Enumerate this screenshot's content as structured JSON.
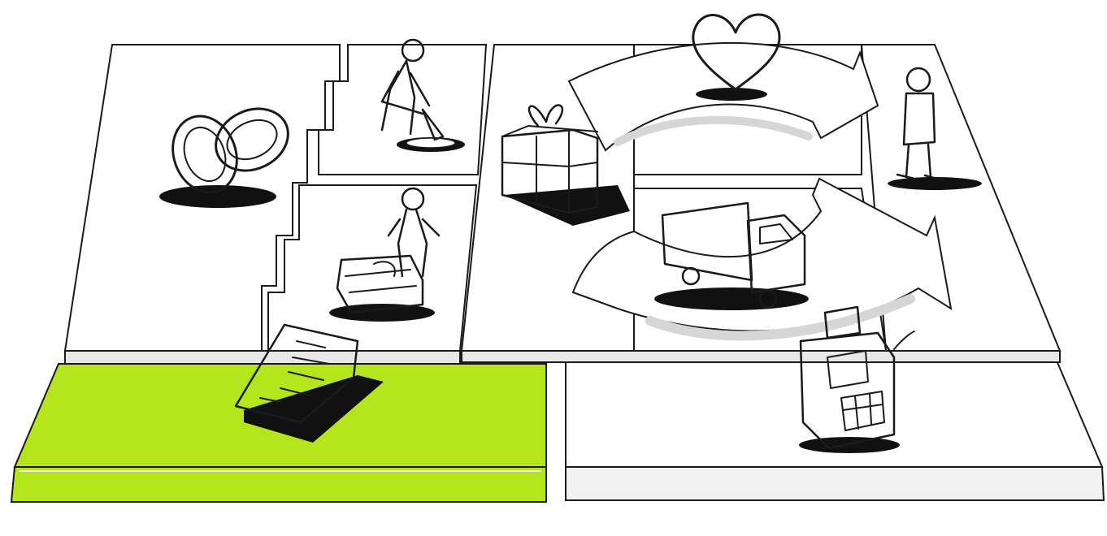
{
  "canvas": {
    "title": "",
    "highlight_color": "#b5e61d",
    "outline_color": "#1a1a1a",
    "panel_side_color": "#d9d9d9"
  },
  "blocks": [
    {
      "id": "key-partners",
      "label": "",
      "icon": "interlocked-rings-icon",
      "highlighted": false
    },
    {
      "id": "key-activities",
      "label": "",
      "icon": "person-digging-icon",
      "highlighted": false
    },
    {
      "id": "key-resources",
      "label": "",
      "icon": "person-with-machine-icon",
      "highlighted": false
    },
    {
      "id": "value-propositions",
      "label": "",
      "icon": "gift-box-icon",
      "highlighted": false
    },
    {
      "id": "customer-relationships",
      "label": "",
      "icon": "heart-icon",
      "highlighted": false
    },
    {
      "id": "channels",
      "label": "",
      "icon": "delivery-truck-icon",
      "highlighted": false
    },
    {
      "id": "customer-segments",
      "label": "",
      "icon": "customer-person-icon",
      "highlighted": false
    },
    {
      "id": "cost-structure",
      "label": "",
      "icon": "bill-document-icon",
      "highlighted": true
    },
    {
      "id": "revenue-streams",
      "label": "",
      "icon": "cash-register-icon",
      "highlighted": false
    }
  ]
}
